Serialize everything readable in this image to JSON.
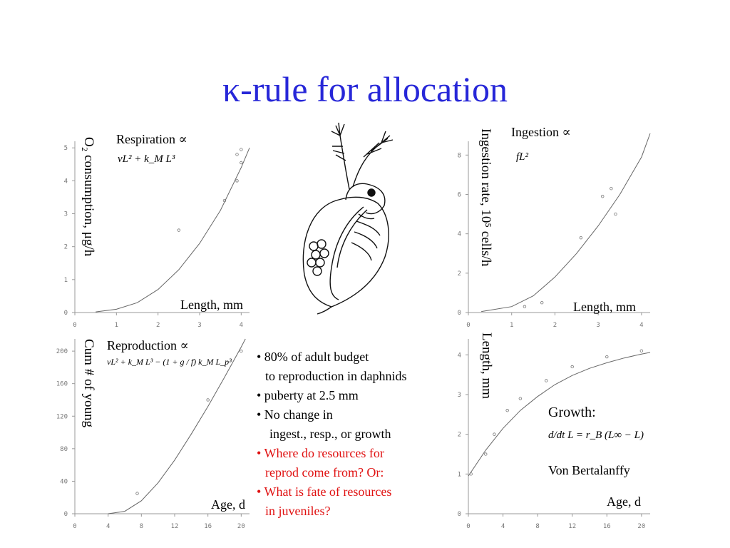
{
  "slide": {
    "title": "κ-rule for allocation"
  },
  "panels": {
    "respiration": {
      "heading": "Respiration ∝",
      "formula": "vL² + k_M L³",
      "ylabel": "O₂ consumption, μg/h",
      "xlabel": "Length, mm"
    },
    "ingestion": {
      "heading": "Ingestion ∝",
      "formula": "fL²",
      "ylabel": "Ingestion rate, 10⁵ cells/h",
      "xlabel": "Length, mm"
    },
    "reproduction": {
      "heading": "Reproduction ∝",
      "formula": "vL² + k_M L³ − (1 + g / f) k_M L_p³",
      "ylabel": "Cum # of young",
      "xlabel": "Age, d"
    },
    "growth": {
      "heading": "Growth:",
      "formula": "d/dt L = r_B (L∞ − L)",
      "caption": "Von Bertalanffy",
      "ylabel": "Length, mm",
      "xlabel": "Age, d"
    }
  },
  "bullets": [
    {
      "text": "• 80% of adult budget",
      "color": "black"
    },
    {
      "text": "to reproduction in daphnids",
      "color": "black",
      "indent": 1
    },
    {
      "text": "• puberty at 2.5 mm",
      "color": "black"
    },
    {
      "text": "• No change in",
      "color": "black"
    },
    {
      "text": "ingest., resp., or growth",
      "color": "black",
      "indent": 2
    },
    {
      "text": "• Where do resources for",
      "color": "red"
    },
    {
      "text": "reprod come from? Or:",
      "color": "red",
      "indent": 1
    },
    {
      "text": "• What is fate of resources",
      "color": "red"
    },
    {
      "text": "in juveniles?",
      "color": "red",
      "indent": 1
    }
  ],
  "illustration": {
    "icon": "daphnia-drawing-icon"
  },
  "colors": {
    "title": "#2727d8",
    "question": "#e01010",
    "axis": "#999999"
  },
  "chart_data": [
    {
      "type": "scatter",
      "panel": "respiration",
      "x_ticks": [
        "0",
        "1",
        "2",
        "3",
        "4"
      ],
      "y_ticks": [
        "0",
        "1",
        "2",
        "3",
        "4",
        "5"
      ],
      "xlim": [
        0,
        4.2
      ],
      "ylim": [
        0,
        5.2
      ],
      "points": [
        [
          2.5,
          2.5
        ],
        [
          3.6,
          3.4
        ],
        [
          3.9,
          4.0
        ],
        [
          3.9,
          4.8
        ],
        [
          4.0,
          4.55
        ],
        [
          4.0,
          4.95
        ]
      ],
      "curve": {
        "x": [
          0.5,
          1.0,
          1.5,
          2.0,
          2.5,
          3.0,
          3.5,
          4.0,
          4.2
        ],
        "y": [
          0.02,
          0.1,
          0.3,
          0.7,
          1.3,
          2.1,
          3.1,
          4.4,
          5.0
        ]
      }
    },
    {
      "type": "scatter",
      "panel": "ingestion",
      "x_ticks": [
        "0",
        "1",
        "2",
        "3",
        "4"
      ],
      "y_ticks": [
        "0",
        "2",
        "4",
        "6",
        "8"
      ],
      "xlim": [
        0,
        4.2
      ],
      "ylim": [
        0,
        8.7
      ],
      "points": [
        [
          3.3,
          6.3
        ],
        [
          3.4,
          5.0
        ],
        [
          3.1,
          5.9
        ],
        [
          2.6,
          3.8
        ],
        [
          1.7,
          0.5
        ],
        [
          1.3,
          0.3
        ]
      ],
      "curve": {
        "x": [
          0.3,
          1.0,
          1.5,
          2.0,
          2.5,
          3.0,
          3.5,
          4.0,
          4.2
        ],
        "y": [
          0.05,
          0.3,
          0.85,
          1.8,
          3.0,
          4.4,
          6.0,
          7.9,
          9.1
        ]
      }
    },
    {
      "type": "scatter",
      "panel": "reproduction",
      "x_ticks": [
        "0",
        "4",
        "8",
        "12",
        "16",
        "20"
      ],
      "y_ticks": [
        "0",
        "40",
        "80",
        "120",
        "160",
        "200"
      ],
      "xlim": [
        0,
        21
      ],
      "ylim": [
        0,
        215
      ],
      "points": [
        [
          7.5,
          25
        ],
        [
          16,
          140
        ],
        [
          20,
          200
        ]
      ],
      "curve": {
        "x": [
          4,
          6,
          8,
          10,
          12,
          14,
          16,
          18,
          20,
          20.5
        ],
        "y": [
          0,
          3,
          16,
          38,
          66,
          98,
          132,
          168,
          205,
          215
        ]
      }
    },
    {
      "type": "scatter",
      "panel": "growth",
      "x_ticks": [
        "0",
        "4",
        "8",
        "12",
        "16",
        "20"
      ],
      "y_ticks": [
        "0",
        "1",
        "2",
        "3",
        "4"
      ],
      "xlim": [
        0,
        21
      ],
      "ylim": [
        0,
        4.4
      ],
      "points": [
        [
          0.3,
          1.0
        ],
        [
          2,
          1.5
        ],
        [
          3,
          2.0
        ],
        [
          4.5,
          2.6
        ],
        [
          6,
          2.9
        ],
        [
          9,
          3.35
        ],
        [
          12,
          3.7
        ],
        [
          16,
          3.95
        ],
        [
          20,
          4.1
        ]
      ],
      "curve": {
        "x": [
          0,
          2,
          4,
          6,
          8,
          10,
          12,
          14,
          16,
          18,
          20,
          21
        ],
        "y": [
          0.95,
          1.6,
          2.15,
          2.6,
          2.95,
          3.25,
          3.48,
          3.66,
          3.8,
          3.92,
          4.02,
          4.06
        ]
      }
    }
  ]
}
